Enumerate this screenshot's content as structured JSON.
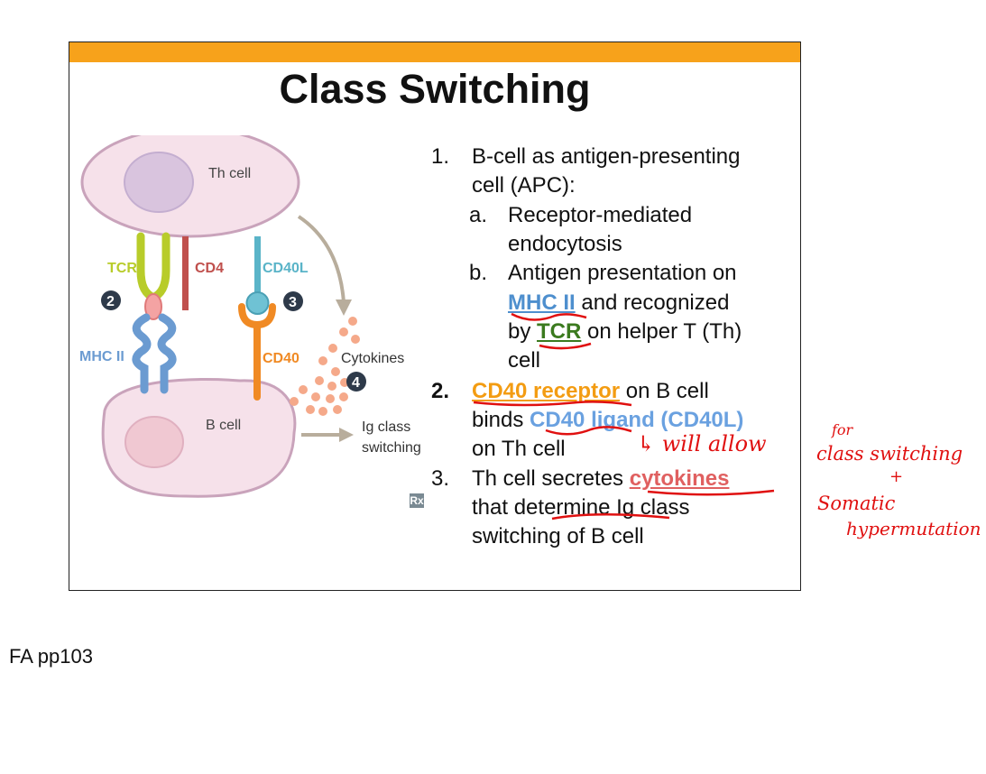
{
  "slide": {
    "title": "Class Switching"
  },
  "diagram": {
    "th_cell": "Th cell",
    "b_cell": "B cell",
    "tcr": "TCR",
    "cd4": "CD4",
    "cd40l": "CD40L",
    "mhc2": "MHC II",
    "cd40": "CD40",
    "cytokines": "Cytokines",
    "step2": "2",
    "step3": "3",
    "step4": "4",
    "ig_line1": "Ig class",
    "ig_line2": "switching",
    "rx": "Rx",
    "colors": {
      "tcr": "#b8cc2a",
      "cd4": "#c0504d",
      "cd40l": "#5ab4c8",
      "mhc2": "#6b9bd1",
      "cd40": "#f08a24",
      "cell": "#f6e1ea",
      "cell_border": "#c9a3bb",
      "nucleus": "#d9c4de"
    }
  },
  "list": {
    "n1": "1.",
    "item1_line1": "B-cell as antigen-presenting",
    "item1_line2": "cell (APC):",
    "a_mark": "a.",
    "a_line1": "Receptor-mediated",
    "a_line2": "endocytosis",
    "b_mark": "b.",
    "b_line1": "Antigen presentation on",
    "b_mhc": "MHC II",
    "b_line2_rest": " and recognized",
    "b_by": "by ",
    "b_tcr": "TCR",
    "b_line3_rest": " on helper T (Th)",
    "b_line4": "cell",
    "n2": "2.",
    "cd40_receptor": "CD40 receptor",
    "item2_rest1": " on B cell",
    "item2_binds": "binds ",
    "cd40_ligand": "CD40 ligand (CD40L)",
    "item2_line3": "on Th cell",
    "n3": "3.",
    "item3_start": "Th cell secretes ",
    "cytokines": "cytokines",
    "item3_line2": "that determine Ig class",
    "item3_line3": "switching of B cell"
  },
  "handwriting": {
    "note1": "↳ will allow",
    "note2": "for",
    "note3": "class switching",
    "note4": "+",
    "note5": "Somatic",
    "note6": "hypermutation"
  },
  "footer": {
    "text": "FA pp103"
  }
}
